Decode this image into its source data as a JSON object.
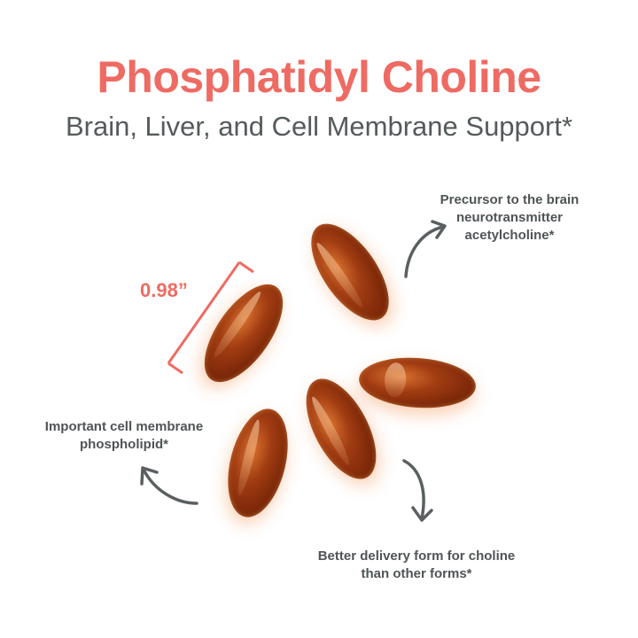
{
  "header": {
    "title": "Phosphatidyl Choline",
    "subtitle": "Brain, Liver, and Cell Membrane Support*"
  },
  "measurement": "0.98”",
  "callouts": {
    "top_right": [
      "Precursor to the brain",
      "neurotransmitter",
      "acetylcholine*"
    ],
    "left": [
      "Important cell membrane",
      "phospholipid*"
    ],
    "bottom": [
      "Better delivery form for choline",
      "than other forms*"
    ]
  },
  "colors": {
    "accent": "#ee6b63",
    "text": "#4f5456",
    "arrow": "#5a5f61"
  }
}
